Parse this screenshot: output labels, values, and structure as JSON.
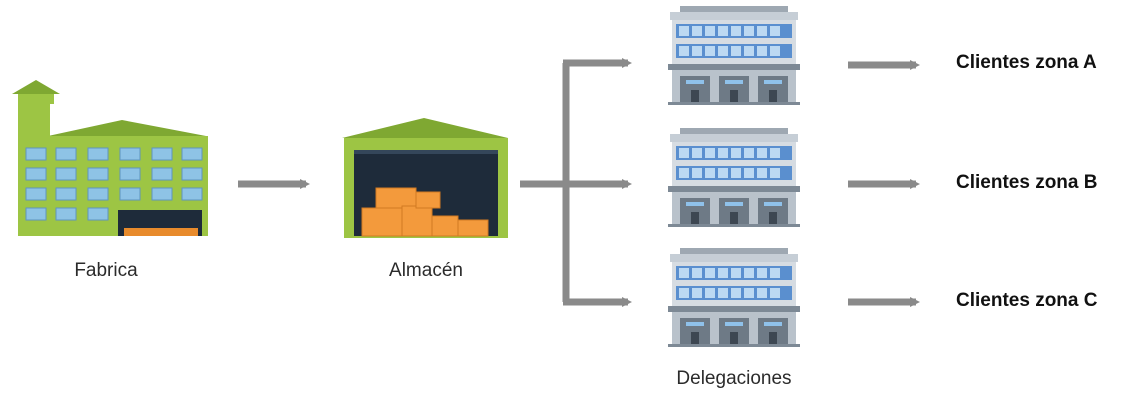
{
  "nodes": {
    "factory": {
      "label": "Fabrica",
      "icon": "factory-icon"
    },
    "warehouse": {
      "label": "Almacén",
      "icon": "warehouse-icon"
    },
    "delegations": {
      "label": "Delegaciones",
      "icon": "office-building-icon"
    }
  },
  "clients": [
    {
      "label": "Clientes zona A"
    },
    {
      "label": "Clientes zona B"
    },
    {
      "label": "Clientes zona C"
    }
  ],
  "colors": {
    "factory_green": "#9dc544",
    "roof_green": "#7fa832",
    "window_blue": "#8ec3e6",
    "warehouse_dark": "#1e2b3a",
    "boxes_orange": "#f39a3c",
    "building_gray": "#a9b3bd",
    "building_blue": "#5a8fcf",
    "arrow_gray": "#8a8a8a"
  }
}
